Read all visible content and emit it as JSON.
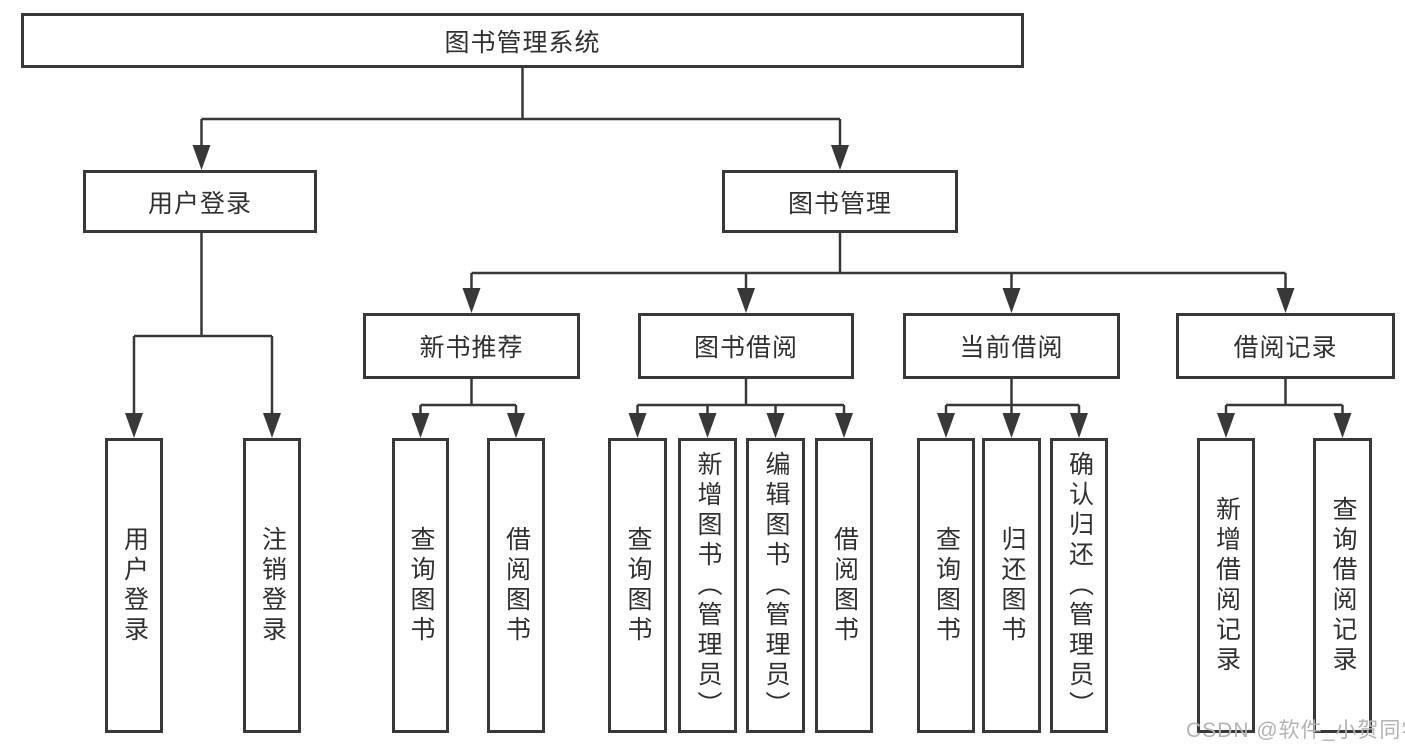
{
  "diagram": {
    "title": "图书管理系统",
    "nodes": {
      "root": "图书管理系统",
      "userLogin": "用户登录",
      "bookManagement": "图书管理",
      "newBookRecommend": "新书推荐",
      "bookBorrow": "图书借阅",
      "currentBorrow": "当前借阅",
      "borrowRecords": "借阅记录",
      "userLoginLeaf": "用户登录",
      "logoutLeaf": "注销登录",
      "nbQueryBooks": "查询图书",
      "nbBorrowBooks": "借阅图书",
      "bbQueryBooks": "查询图书",
      "bbAddBooks": "新增图书（管理员）",
      "bbEditBooks": "编辑图书（管理员）",
      "bbBorrowBooks": "借阅图书",
      "cbQueryBooks": "查询图书",
      "cbReturnBooks": "归还图书",
      "cbConfirmReturn": "确认归还（管理员）",
      "brAddRecord": "新增借阅记录",
      "brQueryRecord": "查询借阅记录"
    },
    "colors": {
      "line": "#383838",
      "box_border": "#383838",
      "text": "#303030",
      "background": "#ffffff",
      "watermark": "#b3b3b3"
    }
  },
  "watermark": "CSDN @软件_小贺同学"
}
